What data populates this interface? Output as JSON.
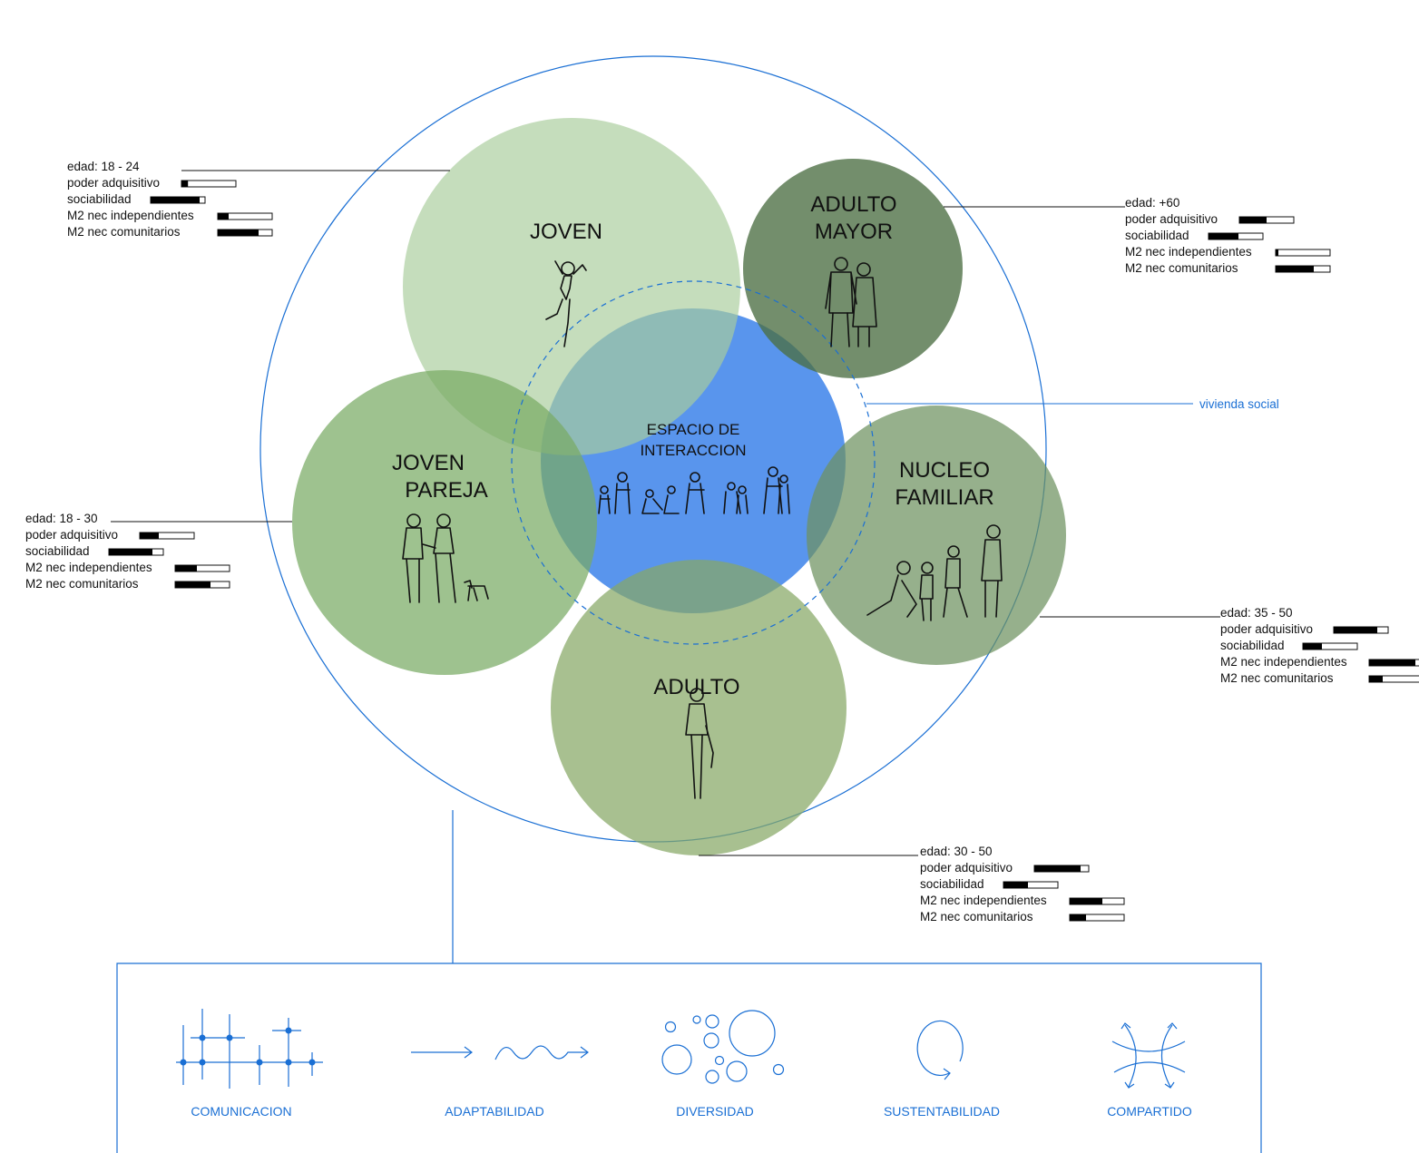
{
  "center": {
    "title_line1": "ESPACIO DE",
    "title_line2": "INTERACCION"
  },
  "outer_label": "vivienda social",
  "groups": {
    "joven": {
      "title": "JOVEN",
      "edad": "edad: 18 - 24",
      "stats": [
        {
          "label": "poder adquisitivo",
          "value": 0.12
        },
        {
          "label": "sociabilidad",
          "value": 0.9
        },
        {
          "label": "M2 nec independientes",
          "value": 0.2
        },
        {
          "label": "M2 nec comunitarios",
          "value": 0.75
        }
      ]
    },
    "adulto_mayor": {
      "title_line1": "ADULTO",
      "title_line2": "MAYOR",
      "edad": "edad: +60",
      "stats": [
        {
          "label": "poder adquisitivo",
          "value": 0.5
        },
        {
          "label": "sociabilidad",
          "value": 0.55
        },
        {
          "label": "M2 nec independientes",
          "value": 0.05
        },
        {
          "label": "M2 nec comunitarios",
          "value": 0.7
        }
      ]
    },
    "joven_pareja": {
      "title_line1": "JOVEN",
      "title_line2": "PAREJA",
      "edad": "edad: 18 - 30",
      "stats": [
        {
          "label": "poder adquisitivo",
          "value": 0.35
        },
        {
          "label": "sociabilidad",
          "value": 0.8
        },
        {
          "label": "M2 nec independientes",
          "value": 0.4
        },
        {
          "label": "M2 nec comunitarios",
          "value": 0.65
        }
      ]
    },
    "nucleo_familiar": {
      "title_line1": "NUCLEO",
      "title_line2": "FAMILIAR",
      "edad": "edad: 35 - 50",
      "stats": [
        {
          "label": "poder adquisitivo",
          "value": 0.8
        },
        {
          "label": "sociabilidad",
          "value": 0.35
        },
        {
          "label": "M2 nec independientes",
          "value": 0.85
        },
        {
          "label": "M2 nec comunitarios",
          "value": 0.25
        }
      ]
    },
    "adulto": {
      "title": "ADULTO",
      "edad": "edad: 30 - 50",
      "stats": [
        {
          "label": "poder adquisitivo",
          "value": 0.85
        },
        {
          "label": "sociabilidad",
          "value": 0.45
        },
        {
          "label": "M2 nec independientes",
          "value": 0.6
        },
        {
          "label": "M2 nec comunitarios",
          "value": 0.3
        }
      ]
    }
  },
  "values": [
    "COMUNICACION",
    "ADAPTABILIDAD",
    "DIVERSIDAD",
    "SUSTENTABILIDAD",
    "COMPARTIDO"
  ],
  "colors": {
    "accent_blue": "#1a6fd4",
    "center_blue": "#2f7ae8",
    "joven": "#b7d4aa",
    "adulto_mayor": "#5f7e55",
    "joven_pareja": "#87b674",
    "nucleo_familiar": "#829f72",
    "adulto": "#97b275"
  }
}
